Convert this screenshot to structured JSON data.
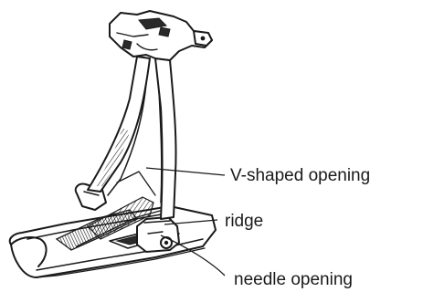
{
  "labels": {
    "v_opening": "V-shaped opening",
    "ridge": "ridge",
    "needle_opening": "needle opening"
  },
  "colors": {
    "ink": "#1a1a1a",
    "background": "#ffffff"
  }
}
